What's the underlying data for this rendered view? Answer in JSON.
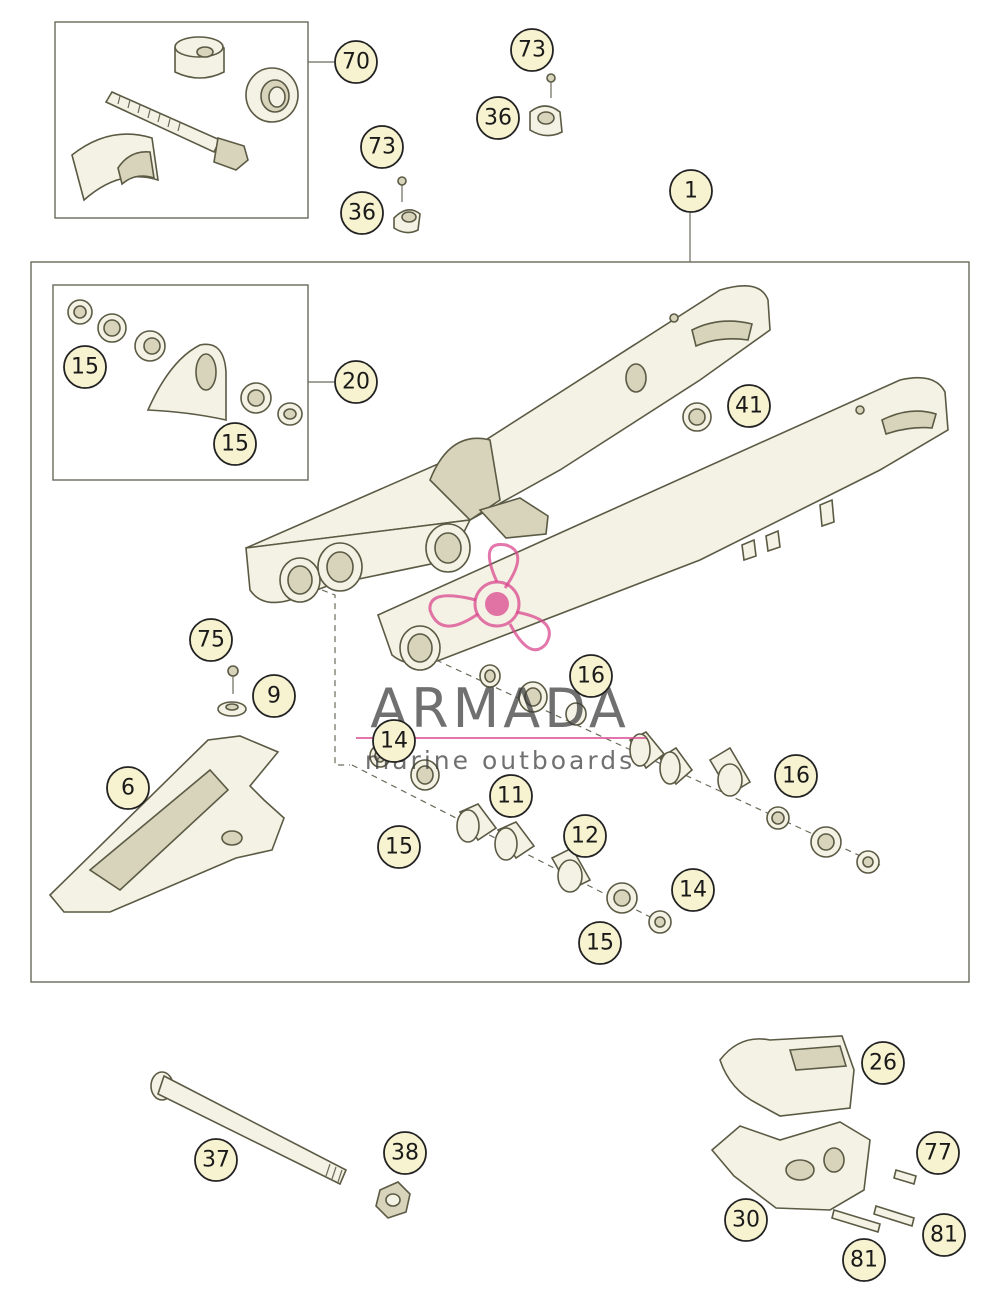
{
  "watermark": {
    "title": "ARMADA",
    "subtitle": "marine outboards",
    "accent_color": "#d9488f"
  },
  "callouts": [
    {
      "label": "70"
    },
    {
      "label": "73"
    },
    {
      "label": "36"
    },
    {
      "label": "73"
    },
    {
      "label": "36"
    },
    {
      "label": "1"
    },
    {
      "label": "20"
    },
    {
      "label": "15"
    },
    {
      "label": "15"
    },
    {
      "label": "41"
    },
    {
      "label": "75"
    },
    {
      "label": "9"
    },
    {
      "label": "6"
    },
    {
      "label": "16"
    },
    {
      "label": "14"
    },
    {
      "label": "11"
    },
    {
      "label": "15"
    },
    {
      "label": "12"
    },
    {
      "label": "16"
    },
    {
      "label": "14"
    },
    {
      "label": "15"
    },
    {
      "label": "26"
    },
    {
      "label": "37"
    },
    {
      "label": "38"
    },
    {
      "label": "77"
    },
    {
      "label": "30"
    },
    {
      "label": "81"
    },
    {
      "label": "81"
    }
  ]
}
